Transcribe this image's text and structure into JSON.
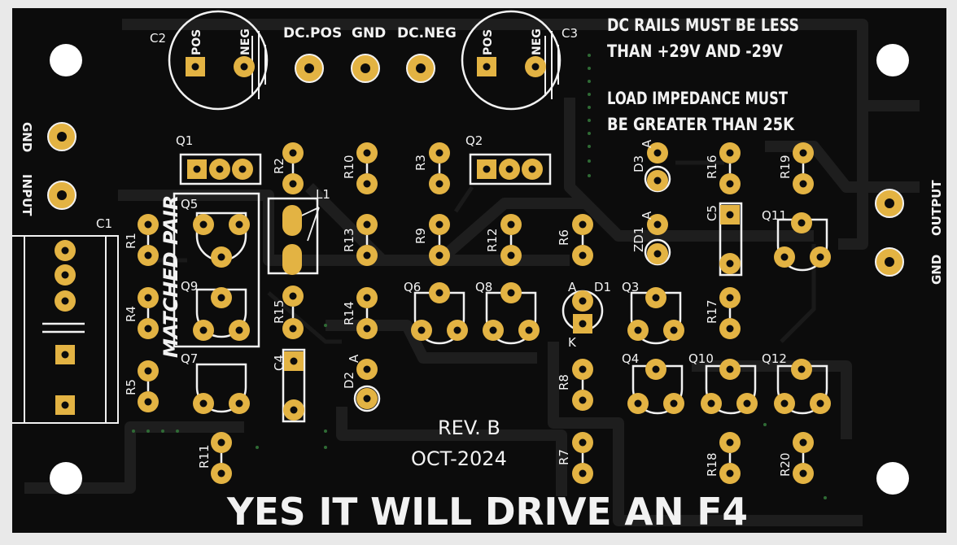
{
  "board": {
    "note_line1": "DC RAILS MUST BE LESS",
    "note_line2": "THAN +29V AND -29V",
    "note_line3": "LOAD IMPEDANCE MUST",
    "note_line4": "BE GREATER THAN 25K",
    "revision": "REV. B",
    "date": "OCT-2024",
    "slogan": "YES IT WILL DRIVE AN F4",
    "matched_pair": "MATCHED PAIR"
  },
  "silkscreen": {
    "c2": "C2",
    "c3": "C3",
    "c1": "C1",
    "c4": "C4",
    "c5": "C5",
    "pos": "POS",
    "neg": "NEG",
    "dc_pos": "DC.POS",
    "gnd": "GND",
    "dc_neg": "DC.NEG",
    "gnd_left": "GND",
    "input": "INPUT",
    "output": "OUTPUT",
    "gnd_right": "GND",
    "q1": "Q1",
    "q2": "Q2",
    "q3": "Q3",
    "q4": "Q4",
    "q5": "Q5",
    "q6": "Q6",
    "q7": "Q7",
    "q8": "Q8",
    "q9": "Q9",
    "q10": "Q10",
    "q11": "Q11",
    "q12": "Q12",
    "r1": "R1",
    "r2": "R2",
    "r3": "R3",
    "r4": "R4",
    "r5": "R5",
    "r6": "R6",
    "r7": "R7",
    "r8": "R8",
    "r9": "R9",
    "r10": "R10",
    "r11": "R11",
    "r12": "R12",
    "r13": "R13",
    "r14": "R14",
    "r15": "R15",
    "r16": "R16",
    "r17": "R17",
    "r18": "R18",
    "r19": "R19",
    "r20": "R20",
    "l1": "L1",
    "d1": "D1",
    "d2": "D2",
    "d3": "D3",
    "zd1": "ZD1",
    "a": "A",
    "k": "K"
  },
  "colors": {
    "board": "#0c0c0c",
    "trace": "#1e1e1e",
    "silk": "#f2f2f2",
    "pad": "#e3b343",
    "frame": "#e9e9e9"
  }
}
